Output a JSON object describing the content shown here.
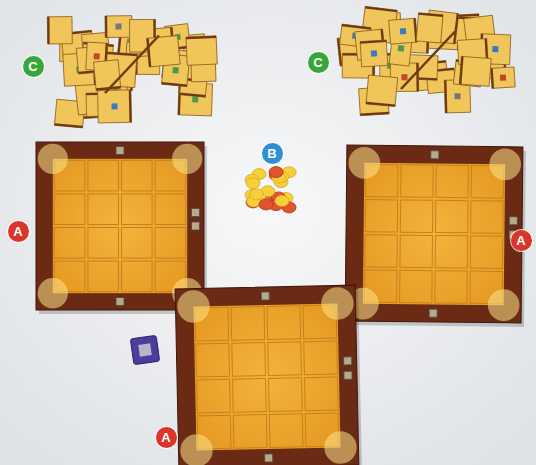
{
  "diagram": {
    "labels": [
      "C",
      "C",
      "A",
      "B",
      "A",
      "A"
    ]
  }
}
